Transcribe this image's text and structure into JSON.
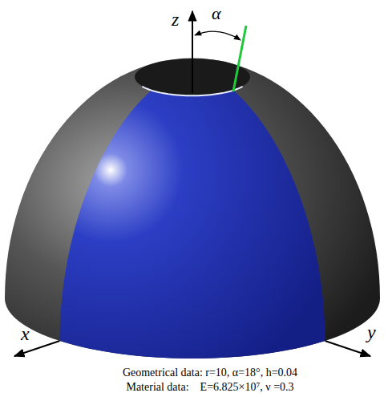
{
  "diagram": {
    "labels": [
      "z",
      "α",
      "x",
      "y",
      "Geometrical data: r=10, α=18°, h=0.04",
      "Material data:    E=6.825×10⁷, ν =0.3"
    ]
  }
}
